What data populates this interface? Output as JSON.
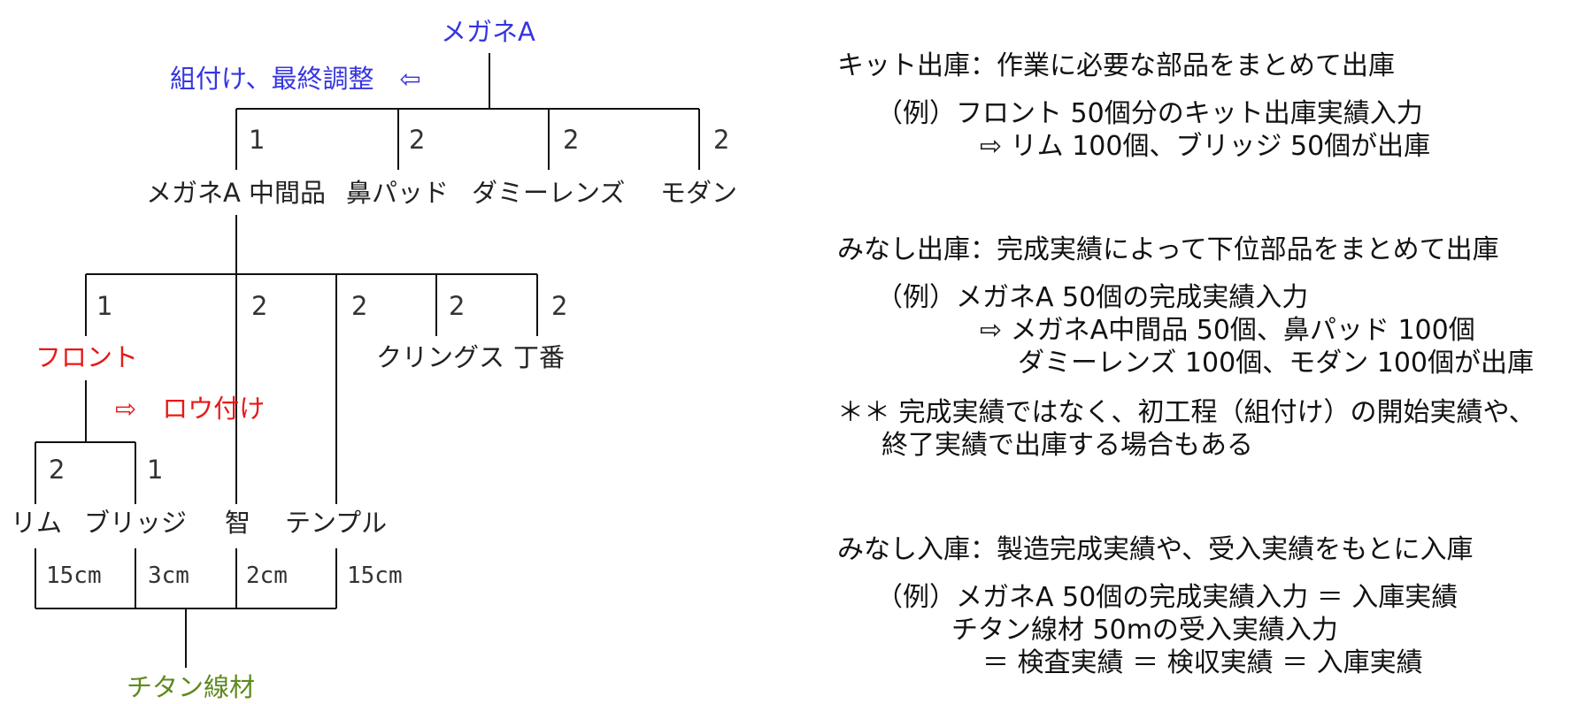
{
  "colors": {
    "line": "#111111",
    "blue": "#3535e0",
    "red": "#e81818",
    "green": "#5e8a1e"
  },
  "tree": {
    "root": "メガネA",
    "root_note": "組付け、最終調整　⇦",
    "level1": {
      "nodes": [
        "メガネA 中間品",
        "鼻パッド",
        "ダミーレンズ",
        "モダン"
      ],
      "quantities": [
        "1",
        "2",
        "2",
        "2"
      ]
    },
    "level2": {
      "nodes": [
        "フロント",
        "クリングス",
        "丁番"
      ],
      "quantities": [
        "1",
        "2",
        "2",
        "2",
        "2"
      ],
      "note": "⇨　ロウ付け"
    },
    "level3": {
      "nodes": [
        "リム",
        "ブリッジ",
        "智",
        "テンプル"
      ],
      "quantities": [
        "2",
        "1"
      ]
    },
    "lengths": [
      "15cm",
      "3cm",
      "2cm",
      "15cm"
    ],
    "material": "チタン線材"
  },
  "notes": {
    "kit": {
      "heading": "キット出庫：作業に必要な部品をまとめて出庫",
      "example1": "（例）フロント 50個分のキット出庫実績入力",
      "example2": "⇨ リム 100個、ブリッジ 50個が出庫"
    },
    "minashi_out": {
      "heading": "みなし出庫：完成実績によって下位部品をまとめて出庫",
      "example1": "（例）メガネA 50個の完成実績入力",
      "example2": "⇨ メガネA中間品 50個、鼻パッド 100個",
      "example3": "ダミーレンズ 100個、モダン 100個が出庫",
      "remark1": "＊＊ 完成実績ではなく、初工程（組付け）の開始実績や、",
      "remark2": "終了実績で出庫する場合もある"
    },
    "minashi_in": {
      "heading": "みなし入庫：製造完成実績や、受入実績をもとに入庫",
      "example1": "（例）メガネA 50個の完成実績入力 ＝ 入庫実績",
      "example2": "チタン線材 50mの受入実績入力",
      "example3": "＝ 検査実績 ＝ 検収実績 ＝ 入庫実績"
    }
  }
}
